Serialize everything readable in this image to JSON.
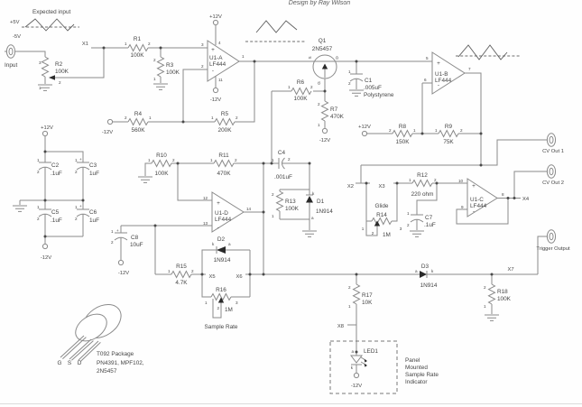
{
  "title": "Design by Ray Wilson",
  "ann": {
    "expected": "Expected input",
    "p5": "+5V",
    "m5": "-5V",
    "input": "Input",
    "glide": "Glide",
    "srate": "Sample Rate",
    "panel1": "Panel",
    "panel2": "Mounted",
    "panel3": "Sample Rate",
    "panel4": "Indicator",
    "pkg1": "T092 Package",
    "pkg2": "PN4391, MPF102,",
    "pkg3": "2N5457",
    "g": "G",
    "s": "S",
    "d": "D"
  },
  "pw": {
    "p": "+12V",
    "n": "-12V"
  },
  "sym": {
    "plus": "+",
    "minus": "-"
  },
  "nodes": {
    "x1": "X1",
    "x2": "X2",
    "x3": "X3",
    "x4": "X4",
    "x5": "X5",
    "x6": "X6",
    "x7": "X7",
    "x8": "X8"
  },
  "jacks": {
    "cv1": "CV Out 1",
    "cv2": "CV Out 2",
    "trig": "Trigger Output"
  },
  "u": {
    "a": {
      "ref": "U1-A",
      "part": "LF444",
      "p3": "3",
      "p2": "2",
      "p4": "4",
      "p11": "11",
      "p1": "1"
    },
    "b": {
      "ref": "U1-B",
      "part": "LF444",
      "p5": "5",
      "p6": "6",
      "p7": "7"
    },
    "c": {
      "ref": "U1-C",
      "part": "LF444",
      "p10": "10",
      "p9": "9",
      "p8": "8"
    },
    "d": {
      "ref": "U1-D",
      "part": "LF444",
      "p12": "12",
      "p13": "13",
      "p14": "14"
    }
  },
  "q1": {
    "ref": "Q1",
    "part": "2N5457",
    "s": "S",
    "d": "D",
    "g": "G"
  },
  "res": {
    "r1": {
      "ref": "R1",
      "val": "100K",
      "a": "1",
      "b": "2"
    },
    "r2": {
      "ref": "R2",
      "val": "100K",
      "a": "3",
      "b": "2",
      "c": "1"
    },
    "r3": {
      "ref": "R3",
      "val": "100K",
      "a": "2",
      "b": "1"
    },
    "r4": {
      "ref": "R4",
      "val": "560K",
      "a": "2",
      "b": "1"
    },
    "r5": {
      "ref": "R5",
      "val": "200K",
      "a": "1",
      "b": "2"
    },
    "r6": {
      "ref": "R6",
      "val": "100K",
      "a": "1",
      "b": "2"
    },
    "r7": {
      "ref": "R7",
      "val": "470K",
      "a": "2",
      "b": "1"
    },
    "r8": {
      "ref": "R8",
      "val": "150K",
      "a": "2",
      "b": "1"
    },
    "r9": {
      "ref": "R9",
      "val": "75K",
      "a": "1",
      "b": "2"
    },
    "r10": {
      "ref": "R10",
      "val": "100K",
      "a": "1",
      "b": "2"
    },
    "r11": {
      "ref": "R11",
      "val": "470K",
      "a": "1",
      "b": "2"
    },
    "r12": {
      "ref": "R12",
      "val": "220 ohm",
      "a": "1",
      "b": "2"
    },
    "r13": {
      "ref": "R13",
      "val": "100K",
      "a": "2",
      "b": "1"
    },
    "r14": {
      "ref": "R14",
      "val": "1M",
      "a": "1",
      "b": "3",
      "c": "2"
    },
    "r15": {
      "ref": "R15",
      "val": "4.7K",
      "a": "1",
      "b": "2"
    },
    "r16": {
      "ref": "R16",
      "val": "1M",
      "a": "1",
      "b": "3",
      "c": "2"
    },
    "r17": {
      "ref": "R17",
      "val": "10K",
      "a": "2",
      "b": "1"
    },
    "r18": {
      "ref": "R18",
      "val": "100K",
      "a": "2",
      "b": "1"
    }
  },
  "cap": {
    "c1": {
      "ref": "C1",
      "val": ".005uF",
      "note": "Polystyrene",
      "a": "1",
      "b": "2"
    },
    "c2": {
      "ref": "C2",
      "val": ".1uF",
      "a": "1",
      "b": "2"
    },
    "c3": {
      "ref": "C3",
      "val": "1uF",
      "a": "1",
      "b": "2",
      "pol": "+"
    },
    "c4": {
      "ref": "C4",
      "val": ".001uF",
      "a": "1",
      "b": "2"
    },
    "c5": {
      "ref": "C5",
      "val": ".1uF",
      "a": "1",
      "b": "2"
    },
    "c6": {
      "ref": "C6",
      "val": "1uF",
      "a": "1",
      "b": "2",
      "pol": "+"
    },
    "c7": {
      "ref": "C7",
      "val": ".1uF",
      "a": "1",
      "b": "2"
    },
    "c8": {
      "ref": "C8",
      "val": "10uF",
      "a": "1",
      "b": "2",
      "pol": "+"
    }
  },
  "dio": {
    "d1": {
      "ref": "D1",
      "part": "1N914",
      "a": "a",
      "k": "k"
    },
    "d2": {
      "ref": "D2",
      "part": "1N914",
      "a": "a",
      "k": "k"
    },
    "d3": {
      "ref": "D3",
      "part": "1N914",
      "a": "a",
      "k": "k"
    },
    "led": {
      "ref": "LED1",
      "a": "a",
      "k": "k"
    }
  }
}
